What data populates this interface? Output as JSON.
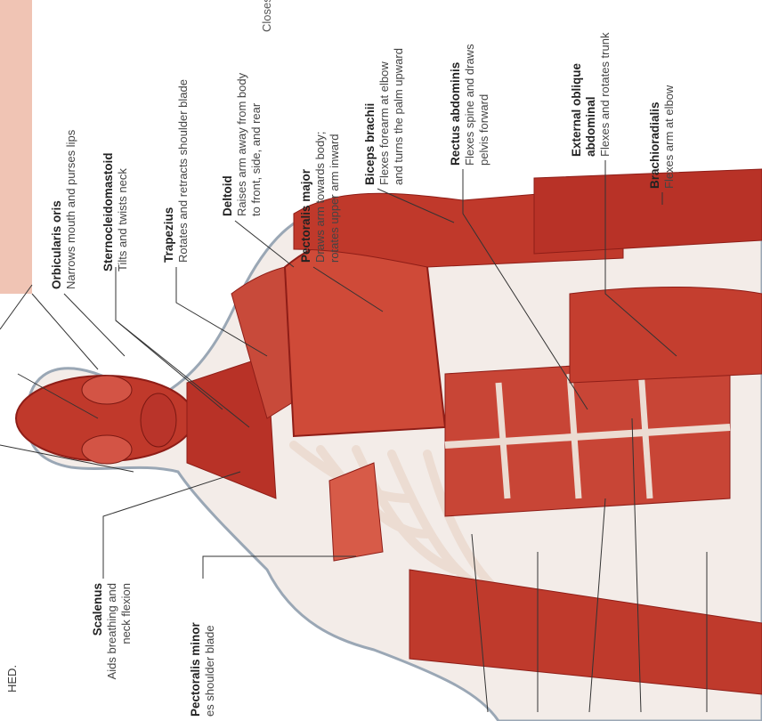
{
  "corner_text": "HED.",
  "band_text": "Closes eye",
  "labels": [
    {
      "title": "Orbicularis oris",
      "desc": [
        "Narrows mouth and purses lips"
      ]
    },
    {
      "title": "Sternocleidomastoid",
      "desc": [
        "Tilts and twists neck"
      ]
    },
    {
      "title": "Trapezius",
      "desc": [
        "Rotates and retracts shoulder blade"
      ]
    },
    {
      "title": "Deltoid",
      "desc": [
        "Raises arm away from body",
        "to front, side, and rear"
      ]
    },
    {
      "title": "Pectoralis major",
      "desc": [
        "Draws arm towards body;",
        "rotates upper arm inward"
      ]
    },
    {
      "title": "Biceps brachii",
      "desc": [
        "Flexes forearm at elbow",
        "and turns the palm upward"
      ]
    },
    {
      "title": "Rectus abdominis",
      "desc": [
        "Flexes spine and draws",
        "pelvis forward"
      ]
    },
    {
      "title": "External oblique abdominal",
      "title_lines": [
        "External oblique",
        "abdominal"
      ],
      "desc": [
        "Flexes and rotates trunk"
      ]
    },
    {
      "title": "Brachioradialis",
      "desc": [
        "Flexes arm at elbow"
      ]
    },
    {
      "title": "Scalenus",
      "desc": [
        "Aids breathing and",
        "neck flexion"
      ]
    },
    {
      "title": "Pectoralis minor",
      "desc": [
        "es shoulder blade"
      ]
    }
  ],
  "colors": {
    "muscle": "#c0392b",
    "muscle_dark": "#8e1d17",
    "tendon": "#ecdcd2",
    "skin_outline": "#9aa7b5",
    "band": "#f0c4b4",
    "leader": "#333333"
  }
}
